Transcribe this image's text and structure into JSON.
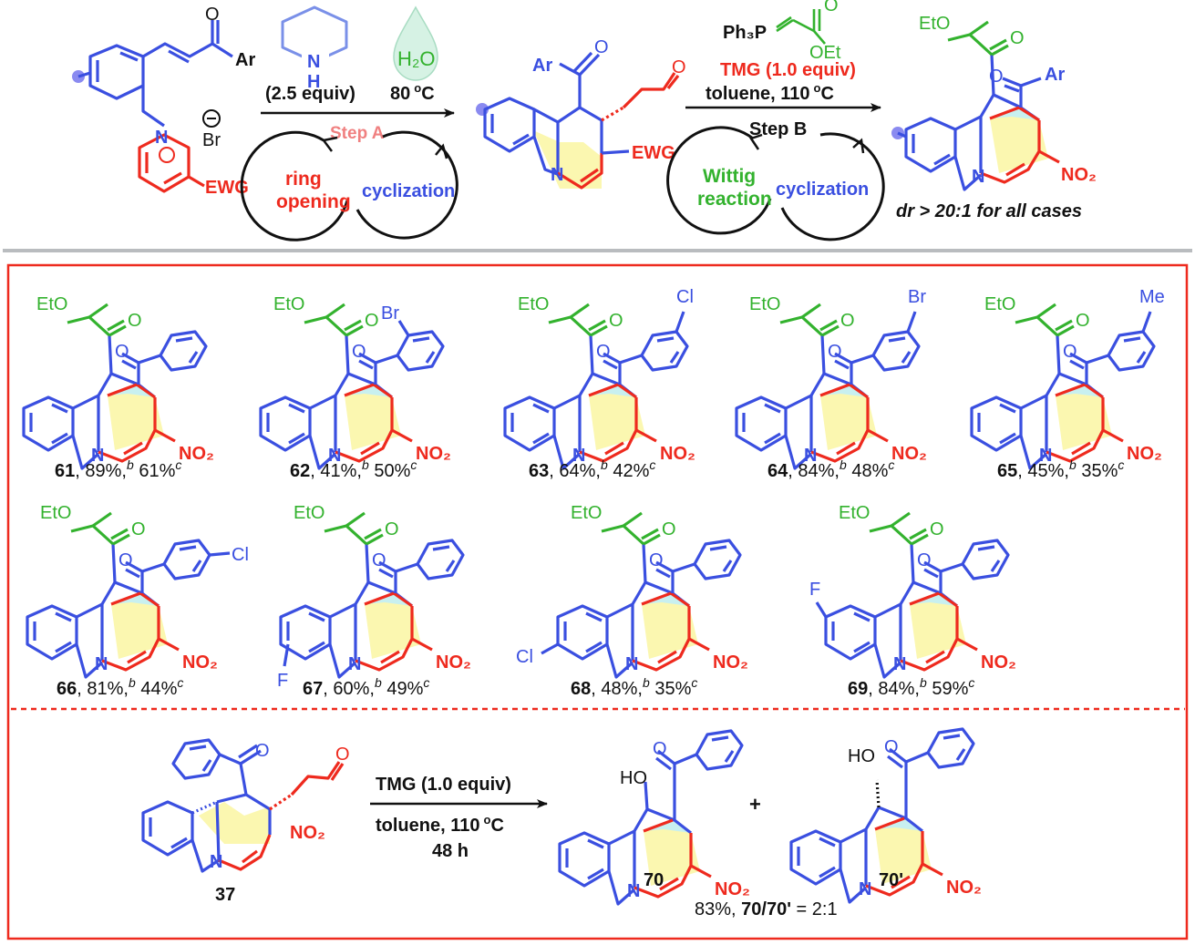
{
  "colors": {
    "blue": "#3a4fe0",
    "red": "#ee2a1e",
    "green": "#33b22e",
    "black": "#111111",
    "yellow_fill": "#fbf7b0",
    "cyan_fill": "#c8f0f0",
    "salmon": "#f08080",
    "grey_rule": "#b9bcbf"
  },
  "top_scheme": {
    "sm_labels": {
      "ar": "Ar",
      "br": "Br",
      "ewg": "EWG",
      "n": "N"
    },
    "piperidine_nh": "N",
    "piperidine_h": "H",
    "reagent_amine": "(2.5 equiv)",
    "water": "H₂O",
    "temp_a": "80",
    "temp_a_unit": "C",
    "step_a": "Step A",
    "cycle_a_left_line1": "ring",
    "cycle_a_left_line2": "opening",
    "cycle_a_right": "cyclization",
    "int_labels": {
      "ar": "Ar",
      "n": "N",
      "ewg": "EWG"
    },
    "ylide_ph3p": "Ph₃P",
    "ylide_oet": "OEt",
    "tmg": "TMG (1.0 equiv)",
    "cond_b": "toluene, 110",
    "cond_b_unit": "C",
    "step_b": "Step B",
    "cycle_b_left_line1": "Wittig",
    "cycle_b_left_line2": "reaction",
    "cycle_b_right": "cyclization",
    "prod_labels": {
      "eto": "EtO",
      "ar": "Ar",
      "n": "N",
      "no2": "NO₂"
    },
    "dr": "dr > 20:1 for all cases"
  },
  "compounds": [
    {
      "num": "61",
      "y1": "89%,",
      "y1_mark": "b",
      "y2": "61%",
      "y2_mark": "c",
      "sub": ""
    },
    {
      "num": "62",
      "y1": "41%,",
      "y1_mark": "b",
      "y2": "50%",
      "y2_mark": "c",
      "sub": "Br"
    },
    {
      "num": "63",
      "y1": "64%,",
      "y1_mark": "b",
      "y2": "42%",
      "y2_mark": "c",
      "sub": "Cl"
    },
    {
      "num": "64",
      "y1": "84%,",
      "y1_mark": "b",
      "y2": "48%",
      "y2_mark": "c",
      "sub": "Br"
    },
    {
      "num": "65",
      "y1": "45%,",
      "y1_mark": "b",
      "y2": "35%",
      "y2_mark": "c",
      "sub": "Me"
    },
    {
      "num": "66",
      "y1": "81%,",
      "y1_mark": "b",
      "y2": "44%",
      "y2_mark": "c",
      "sub": "Cl"
    },
    {
      "num": "67",
      "y1": "60%,",
      "y1_mark": "b",
      "y2": "49%",
      "y2_mark": "c",
      "sub": "F"
    },
    {
      "num": "68",
      "y1": "48%,",
      "y1_mark": "b",
      "y2": "35%",
      "y2_mark": "c",
      "sub": "Cl"
    },
    {
      "num": "69",
      "y1": "84%,",
      "y1_mark": "b",
      "y2": "59%",
      "y2_mark": "c",
      "sub": "F"
    }
  ],
  "struct_labels": {
    "eto": "EtO",
    "n": "N",
    "no2": "NO₂",
    "o": "O",
    "ho": "HO"
  },
  "bottom": {
    "sm_num": "37",
    "reagent": "TMG (1.0 equiv)",
    "cond1": "toluene, 110",
    "cond1_unit": "C",
    "cond2": "48 h",
    "plus": "+",
    "p1": "70",
    "p2": "70'",
    "yield_pre": "83%,",
    "ratio_a": "70/70'",
    "ratio_b": "= 2:1"
  }
}
